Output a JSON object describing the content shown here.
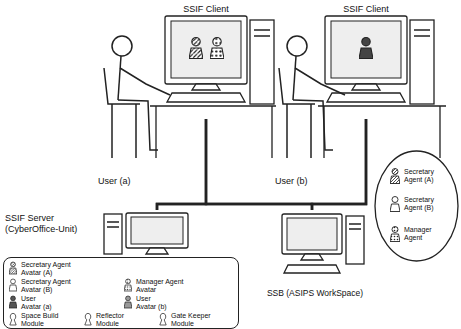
{
  "diagram": {
    "nodes": [
      {
        "text": [
          "SSIF Client"
        ]
      },
      {
        "text": [
          "SSIF Client"
        ]
      },
      {
        "text": [
          "SSIF Server (CyberOffice-Unit)"
        ]
      },
      {
        "text": [
          "Secretary Agent Avatar (A)",
          "Secretary Agent Avatar (B)",
          "Manager Agent Avatar",
          "User Avatar (a)",
          "User Avatar (b)",
          "Space Build Module",
          "Reflector Module",
          "Gate Keeper Module"
        ]
      },
      {
        "text": [
          "SSB (ASIPS WorkSpace)"
        ]
      },
      {
        "text": [
          "Secretary Agent (A)",
          "Secretary Agent (B)",
          "Manager Agent"
        ]
      }
    ],
    "edges": [
      {
        "from": 0,
        "to": 2,
        "arrow": "none"
      },
      {
        "from": 1,
        "to": 2,
        "arrow": "none"
      },
      {
        "from": 0,
        "to": 4,
        "arrow": "none"
      },
      {
        "from": 1,
        "to": 4,
        "arrow": "none"
      }
    ],
    "labels": [
      "User (a)",
      "User (b)"
    ]
  }
}
